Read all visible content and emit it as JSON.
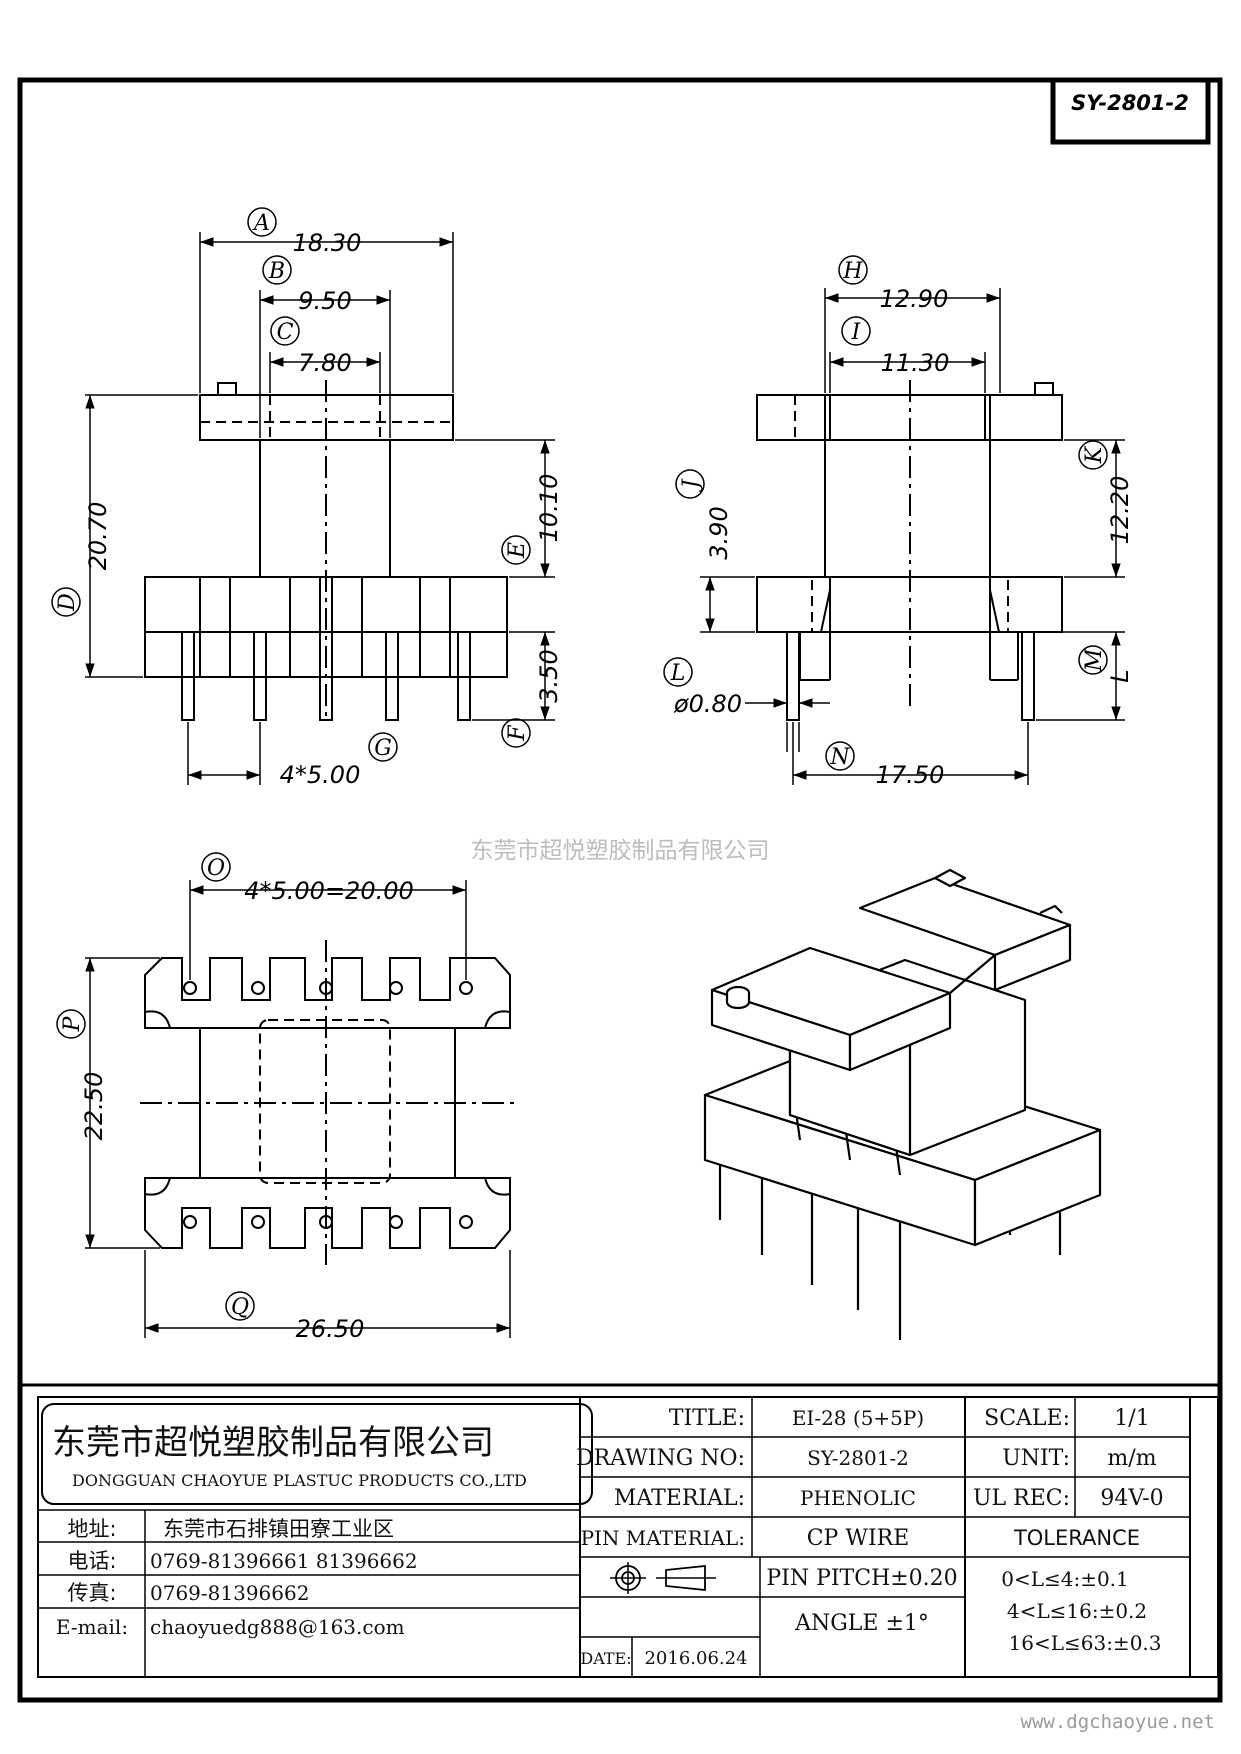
{
  "part_number": "SY-2801-2",
  "watermark": "东莞市超悦塑胶制品有限公司",
  "website": "www.dgchaoyue.net",
  "front_view": {
    "dims": {
      "A": {
        "letter": "A",
        "value": "18.30"
      },
      "B": {
        "letter": "B",
        "value": "9.50"
      },
      "C": {
        "letter": "C",
        "value": "7.80"
      },
      "D": {
        "letter": "D",
        "value": "20.70"
      },
      "E": {
        "letter": "E",
        "value": "10.10"
      },
      "F": {
        "letter": "F",
        "value": "3.50"
      },
      "G": {
        "letter": "G",
        "value": "4*5.00"
      }
    }
  },
  "side_view": {
    "dims": {
      "H": {
        "letter": "H",
        "value": "12.90"
      },
      "I": {
        "letter": "I",
        "value": "11.30"
      },
      "J": {
        "letter": "J",
        "value": "3.90"
      },
      "K": {
        "letter": "K",
        "value": "12.20"
      },
      "L": {
        "letter": "L",
        "value": "ø0.80"
      },
      "M": {
        "letter": "M",
        "value": "L"
      },
      "N": {
        "letter": "N",
        "value": "17.50"
      }
    }
  },
  "bottom_view": {
    "dims": {
      "O": {
        "letter": "O",
        "value": "4*5.00=20.00"
      },
      "P": {
        "letter": "P",
        "value": "22.50"
      },
      "Q": {
        "letter": "Q",
        "value": "26.50"
      }
    }
  },
  "title_block": {
    "company_cn": "东莞市超悦塑胶制品有限公司",
    "company_en": "DONGGUAN CHAOYUE PLASTUC PRODUCTS CO.,LTD",
    "address_label": "地址:",
    "address_value": "东莞市石排镇田寮工业区",
    "phone_label": "电话:",
    "phone_value": "0769-81396661  81396662",
    "fax_label": "传真:",
    "fax_value": "0769-81396662",
    "email_label": "E-mail:",
    "email_value": "chaoyuedg888@163.com",
    "title_label": "TITLE:",
    "title_value": "EI-28 (5+5P)",
    "drawing_no_label": "DRAWING NO:",
    "drawing_no_value": "SY-2801-2",
    "material_label": "MATERIAL:",
    "material_value": "PHENOLIC",
    "pin_material_label": "PIN MATERIAL:",
    "pin_material_value": "CP WIRE",
    "pin_pitch": "PIN PITCH±0.20",
    "angle": "ANGLE  ±1°",
    "date_label": "DATE:",
    "date_value": "2016.06.24",
    "scale_label": "SCALE:",
    "scale_value": "1/1",
    "unit_label": "UNIT:",
    "unit_value": "m/m",
    "ul_rec_label": "UL REC:",
    "ul_rec_value": "94V-0",
    "tolerance_label": "TOLERANCE",
    "tolerances": [
      "0<L≤4:±0.1",
      "4<L≤16:±0.2",
      "16<L≤63:±0.3"
    ]
  }
}
